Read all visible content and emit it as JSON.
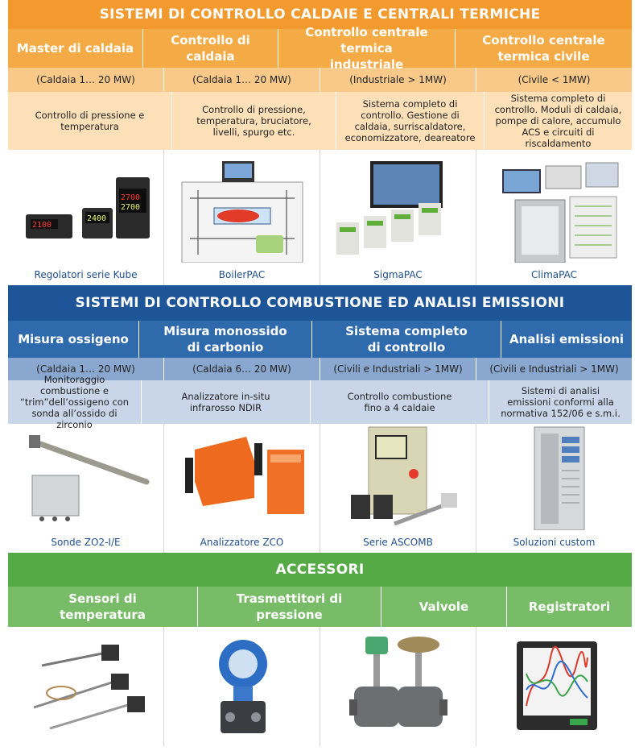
{
  "section1": {
    "title": "SISTEMI DI CONTROLLO CALDAIE E CENTRALI TERMICHE",
    "columns": [
      {
        "header": "Master di caldaia",
        "range": "(Caldaia 1… 20 MW)",
        "desc": "Controllo di pressione e temperatura",
        "caption": "Regolatori serie Kube"
      },
      {
        "header": "Controllo di caldaia",
        "range": "(Caldaia 1… 20 MW)",
        "desc": "Controllo di pressione, temperatura, bruciatore, livelli, spurgo etc.",
        "caption": "BoilerPAC"
      },
      {
        "header": "Controllo centrale termica industriale",
        "range": "(Industriale > 1MW)",
        "desc": "Sistema completo di controllo. Gestione di caldaia, surriscaldatore, economizzatore, deareatore",
        "caption": "SigmaPAC"
      },
      {
        "header": "Controllo centrale termica civile",
        "range": "(Civile < 1MW)",
        "desc": "Sistema completo di controllo. Moduli di caldaia, pompe di calore, accumulo ACS e circuiti di riscaldamento",
        "caption": "ClimaPAC"
      }
    ]
  },
  "section2": {
    "title": "SISTEMI DI CONTROLLO COMBUSTIONE ED ANALISI EMISSIONI",
    "columns": [
      {
        "header": "Misura ossigeno",
        "range": "(Caldaia 1… 20 MW)",
        "desc": "Monitoraggio combustione e “trim”dell’ossigeno con sonda all’ossido di zirconio",
        "caption": "Sonde ZO2-I/E"
      },
      {
        "header": "Misura monossido di carbonio",
        "range": "(Caldaia 6… 20 MW)",
        "desc": "Analizzatore in-situ infrarosso NDIR",
        "caption": "Analizzatore ZCO"
      },
      {
        "header": "Sistema completo di controllo",
        "range": "(Civili e Industriali > 1MW)",
        "desc": "Controllo combustione fino a 4 caldaie",
        "caption": "Serie ASCOMB"
      },
      {
        "header": "Analisi emissioni",
        "range": "(Civili e Industriali > 1MW)",
        "desc": "Sistemi di analisi emissioni conformi alla normativa 152/06 e s.m.i.",
        "caption": "Soluzioni custom"
      }
    ]
  },
  "section3": {
    "title": "ACCESSORI",
    "columns": [
      {
        "header": "Sensori di temperatura"
      },
      {
        "header": "Trasmettitori di pressione"
      },
      {
        "header": "Valvole"
      },
      {
        "header": "Registratori"
      }
    ]
  },
  "colors": {
    "orange": "#f29a2e",
    "blue": "#1d5598",
    "green": "#56aa46",
    "caption": "#1f4f8f"
  }
}
